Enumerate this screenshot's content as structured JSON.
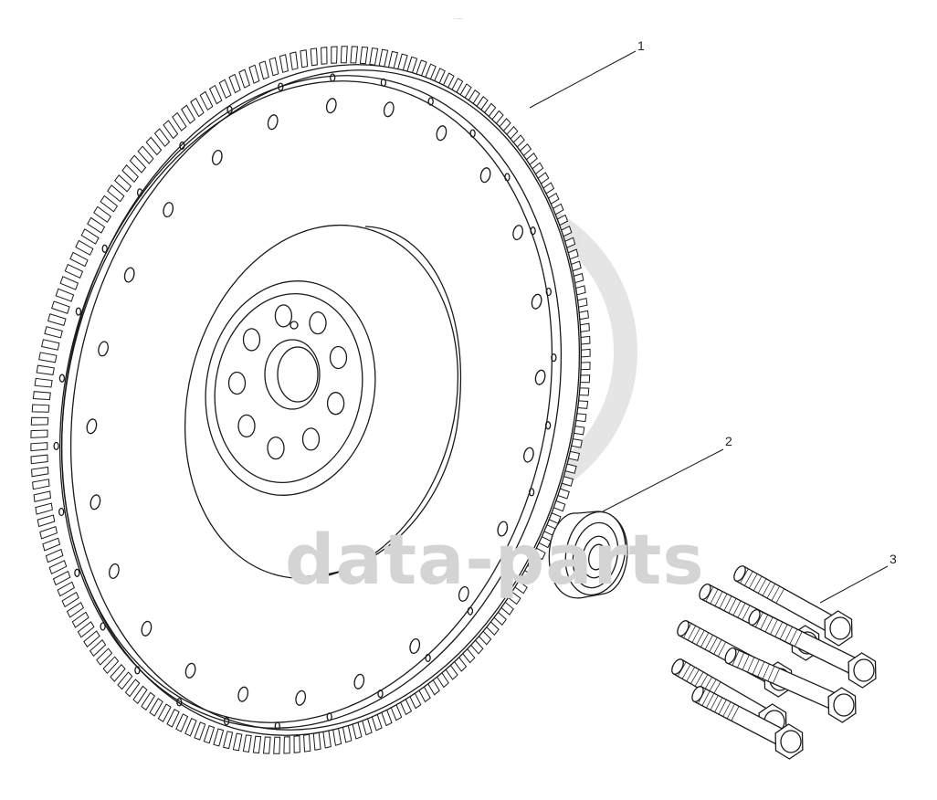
{
  "diagram": {
    "watermark": {
      "brand_text": "data-parts"
    },
    "header_mark": "·· —",
    "callouts": [
      {
        "id": "1",
        "label": "1"
      },
      {
        "id": "2",
        "label": "2"
      },
      {
        "id": "3",
        "label": "3"
      }
    ],
    "colors": {
      "line": "#1a1a1a",
      "watermark": "#d4d4d4",
      "background": "#ffffff"
    }
  }
}
